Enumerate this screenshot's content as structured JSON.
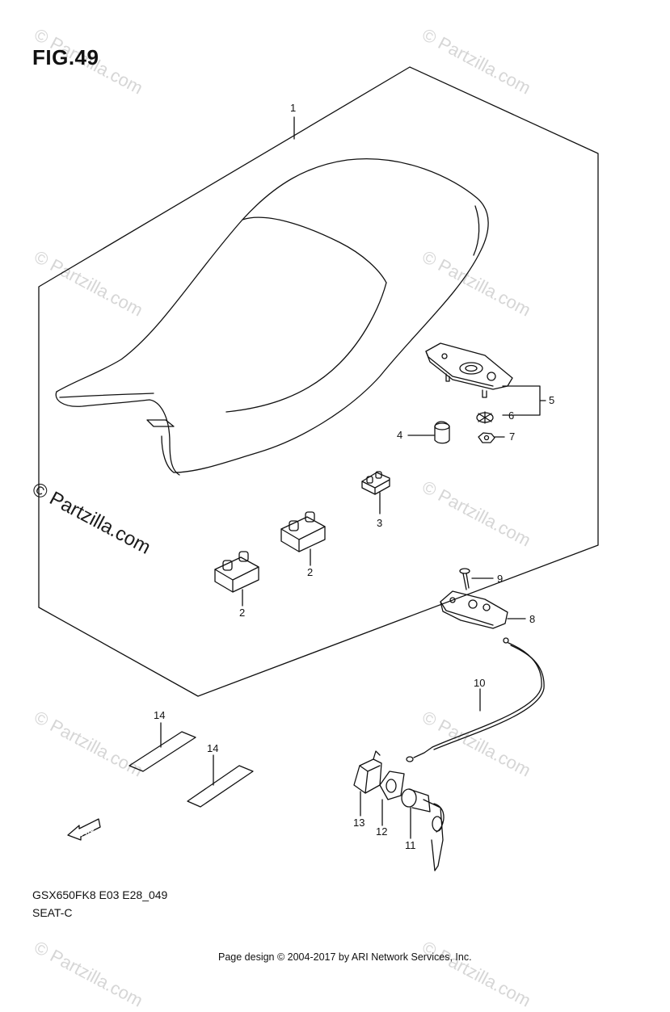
{
  "figure": {
    "title": "FIG.49",
    "model_code": "GSX650FK8 E03 E28_049",
    "section": "SEAT-C"
  },
  "footer": "Page design © 2004-2017 by ARI Network Services, Inc.",
  "watermark": {
    "text": "© Partzilla.com",
    "faint_text": "© Partzilla.com"
  },
  "callouts": [
    "1",
    "2",
    "2",
    "3",
    "4",
    "5",
    "6",
    "7",
    "8",
    "9",
    "10",
    "11",
    "12",
    "13",
    "14",
    "14"
  ],
  "fwd_label": "FWD"
}
